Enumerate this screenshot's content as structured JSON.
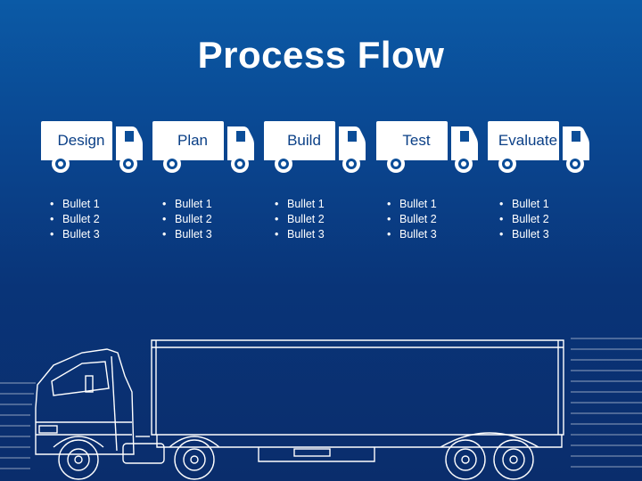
{
  "slide": {
    "title": "Process Flow",
    "stages": [
      {
        "label": "Design",
        "bullets": [
          "Bullet 1",
          "Bullet 2",
          "Bullet 3"
        ]
      },
      {
        "label": "Plan",
        "bullets": [
          "Bullet 1",
          "Bullet 2",
          "Bullet 3"
        ]
      },
      {
        "label": "Build",
        "bullets": [
          "Bullet 1",
          "Bullet 2",
          "Bullet 3"
        ]
      },
      {
        "label": "Test",
        "bullets": [
          "Bullet 1",
          "Bullet 2",
          "Bullet 3"
        ]
      },
      {
        "label": "Evaluate",
        "bullets": [
          "Bullet 1",
          "Bullet 2",
          "Bullet 3"
        ]
      }
    ]
  },
  "colors": {
    "background_top": "#0b5aa6",
    "background_bottom": "#0a2d6c",
    "truck_fill": "#ffffff",
    "label_text": "#0a3f86"
  },
  "icons": {
    "stage_icon": "truck-icon",
    "illustration": "semi-truck-line-art"
  }
}
